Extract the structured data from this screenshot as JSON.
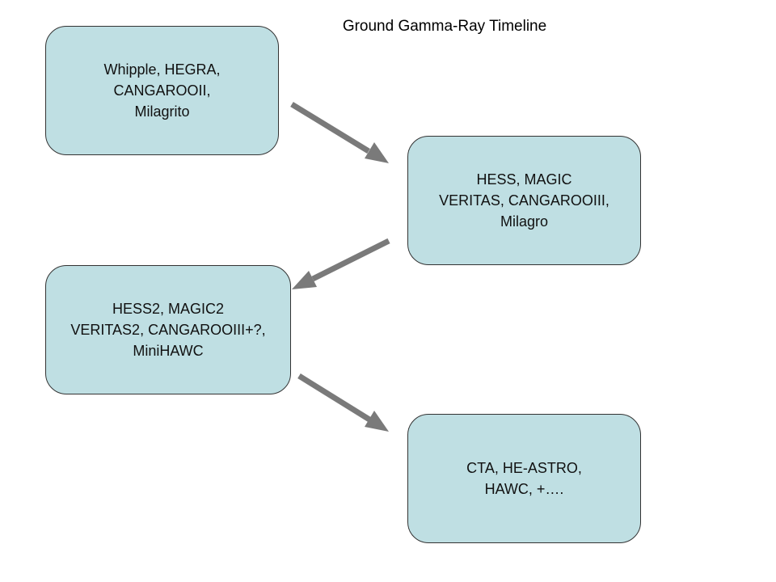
{
  "diagram": {
    "title": "Ground Gamma-Ray Timeline",
    "colors": {
      "box_fill": "#bfdfe3",
      "box_border": "#333333",
      "arrow": "#7a7a7a"
    },
    "nodes": [
      {
        "id": "generation-1",
        "lines": [
          "Whipple, HEGRA,",
          "CANGAROOII,",
          "Milagrito"
        ]
      },
      {
        "id": "generation-2",
        "lines": [
          "HESS, MAGIC",
          "VERITAS, CANGAROOIII,",
          "Milagro"
        ]
      },
      {
        "id": "generation-3",
        "lines": [
          "HESS2, MAGIC2",
          "VERITAS2, CANGAROOIII+?,",
          "MiniHAWC"
        ]
      },
      {
        "id": "generation-4",
        "lines": [
          "CTA, HE-ASTRO,",
          "HAWC, +…."
        ]
      }
    ],
    "edges": [
      {
        "from": "generation-1",
        "to": "generation-2"
      },
      {
        "from": "generation-2",
        "to": "generation-3"
      },
      {
        "from": "generation-3",
        "to": "generation-4"
      }
    ]
  }
}
